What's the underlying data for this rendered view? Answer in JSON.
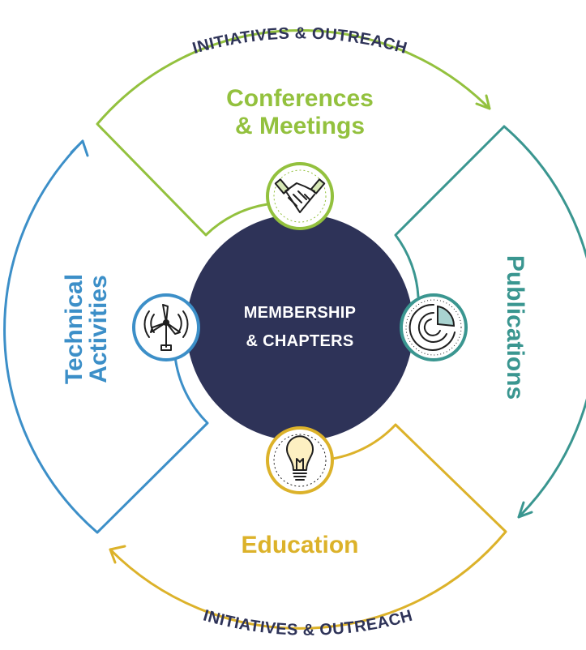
{
  "diagram": {
    "top_arc_text": "INITIATIVES & OUTREACH",
    "bottom_arc_text": "INITIATIVES & OUTREACH",
    "center": {
      "line1": "MEMBERSHIP",
      "line2": "& CHAPTERS",
      "color": "#2e3358"
    },
    "segments": [
      {
        "id": "conferences",
        "line1": "Conferences",
        "line2": "& Meetings",
        "color": "#93c13e",
        "icon": "handshake-icon"
      },
      {
        "id": "publications",
        "label": "Publications",
        "color": "#3a9690",
        "icon": "chart-icon"
      },
      {
        "id": "education",
        "label": "Education",
        "color": "#dcb22a",
        "icon": "lightbulb-icon"
      },
      {
        "id": "technical",
        "line1": "Technical",
        "line2": "Activities",
        "color": "#3c8fc8",
        "icon": "wind-turbine-icon"
      }
    ],
    "text_color": "#2e3358"
  }
}
